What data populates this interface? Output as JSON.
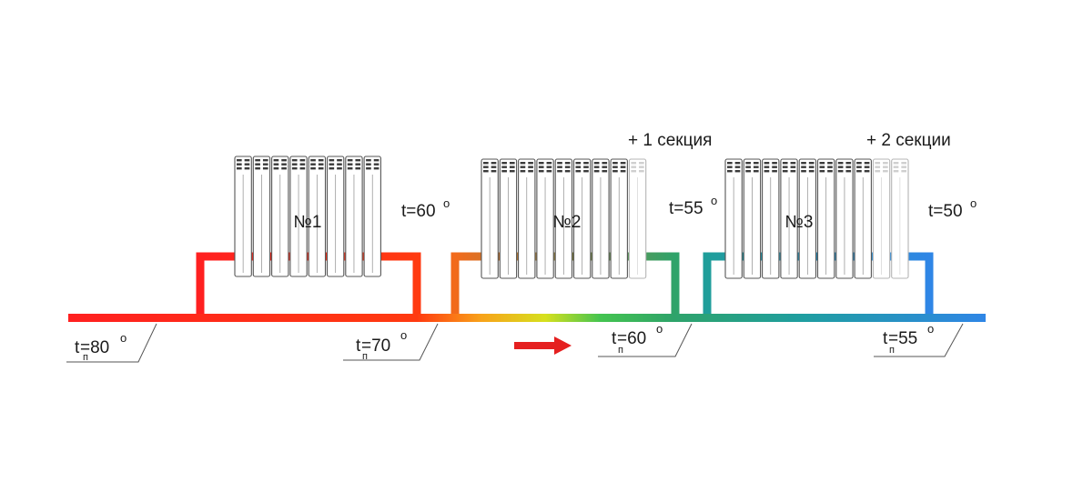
{
  "diagram": {
    "colors": {
      "hot": "#ff2020",
      "orange": "#f26a1b",
      "green": "#2ea36a",
      "teal": "#1f9e9a",
      "blue": "#2f86e6",
      "radiator_fill": "#ffffff",
      "radiator_stroke": "#555555",
      "extra_section_stroke": "#b5b5b5",
      "flow_arrow": "#e52020"
    },
    "radiators": [
      {
        "name": "№1",
        "sections": 8,
        "extra_sections": 0,
        "outlet_temp": "t=60",
        "degree": "o",
        "extra_label": ""
      },
      {
        "name": "№2",
        "sections": 8,
        "extra_sections": 1,
        "outlet_temp": "t=55",
        "degree": "o",
        "extra_label": "+ 1 секция"
      },
      {
        "name": "№3",
        "sections": 8,
        "extra_sections": 2,
        "outlet_temp": "t=50",
        "degree": "o",
        "extra_label": "+ 2 секции"
      }
    ],
    "supply_temps": [
      {
        "prefix": "t",
        "subscript": "п",
        "value": "=80",
        "degree": "o"
      },
      {
        "prefix": "t",
        "subscript": "п",
        "value": "=70",
        "degree": "o"
      },
      {
        "prefix": "t",
        "subscript": "п",
        "value": "=60",
        "degree": "o"
      },
      {
        "prefix": "t",
        "subscript": "п",
        "value": "=55",
        "degree": "o"
      }
    ],
    "flow_direction": "right"
  }
}
